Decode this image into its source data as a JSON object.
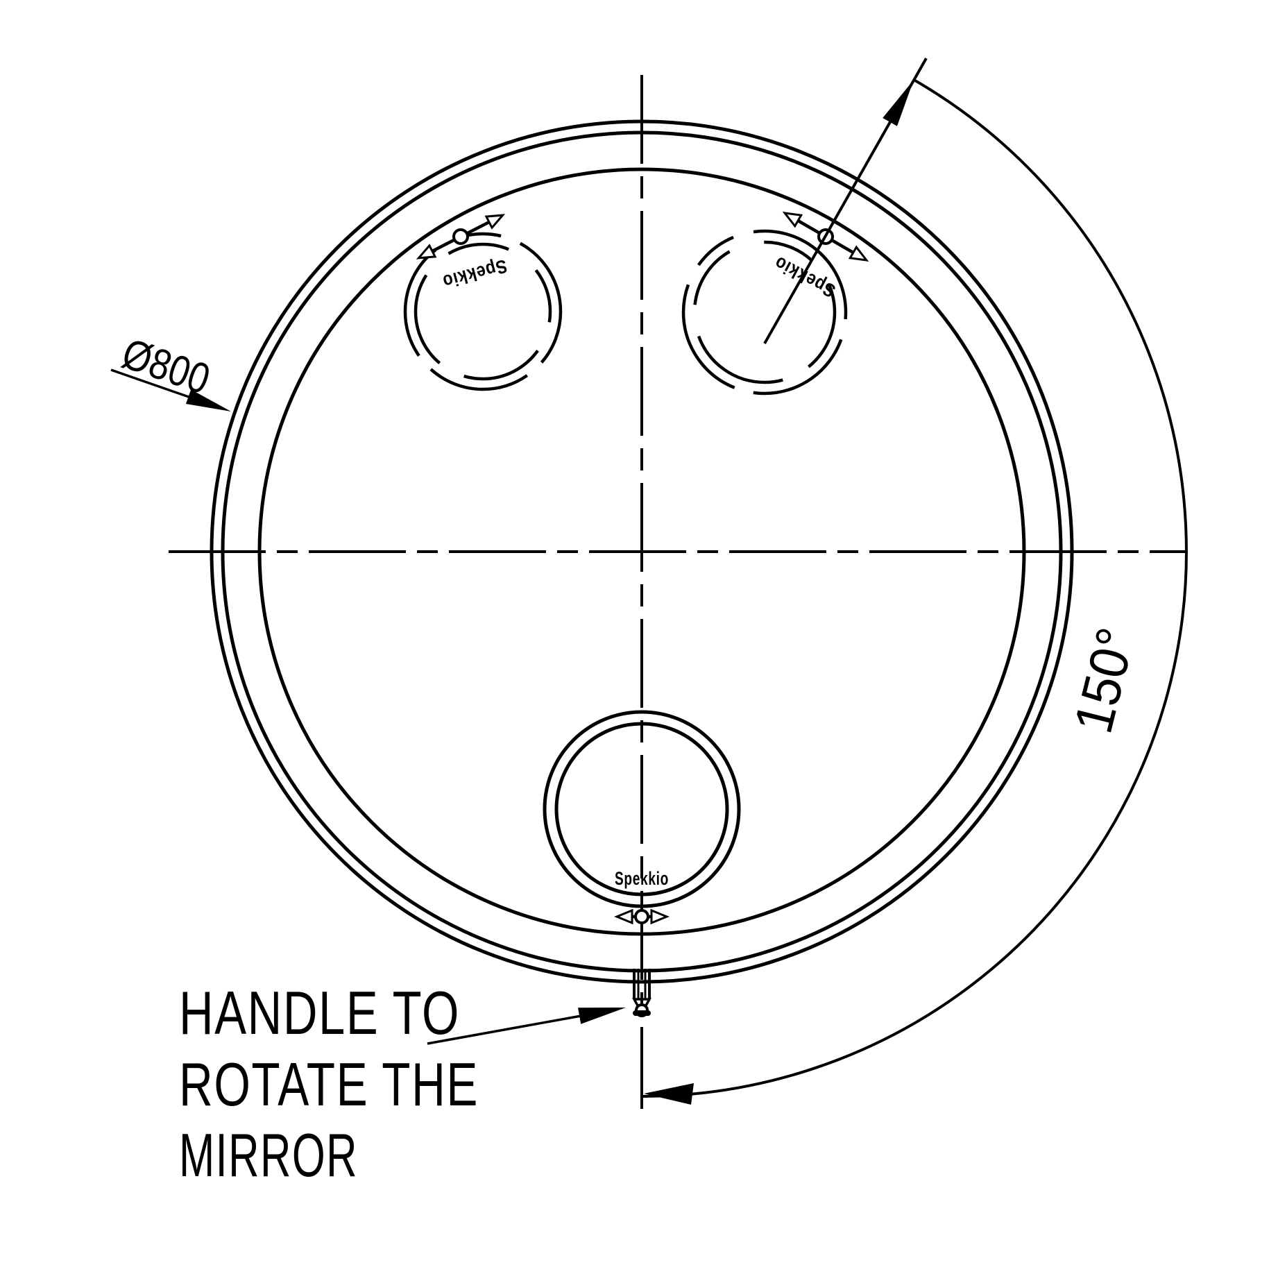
{
  "drawing": {
    "background": "#ffffff",
    "line_color": "#000000",
    "diameter_label": "Ø800",
    "angle_label": "150°",
    "handle_note": {
      "line1": "HANDLE TO",
      "line2": "ROTATE THE",
      "line3": "MIRROR"
    },
    "brand_labels": {
      "top_left": "Spekkio",
      "top_right": "Spekkio",
      "bottom": "Spekkio"
    }
  }
}
